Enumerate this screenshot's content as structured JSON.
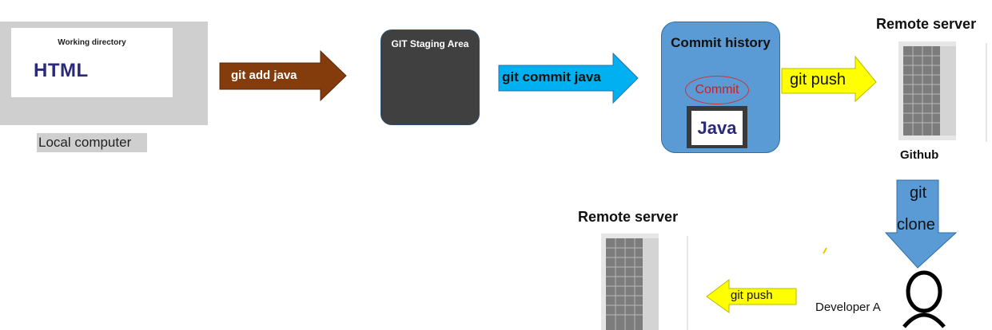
{
  "local": {
    "screen_title": "Working directory",
    "file_label": "HTML",
    "caption": "Local computer"
  },
  "arrows": {
    "add": "git add java",
    "commit": "git commit java",
    "push_top": "git push",
    "clone_line1": "git",
    "clone_line2": "clone",
    "push_bottom": "git push"
  },
  "staging": {
    "label": "GIT Staging Area"
  },
  "commit_history": {
    "title": "Commit history",
    "commit_label": "Commit",
    "file_label": "Java"
  },
  "remote_top": {
    "title": "Remote server",
    "caption": "Github"
  },
  "remote_bottom": {
    "title": "Remote server"
  },
  "developer": {
    "label": "Developer A"
  },
  "colors": {
    "add_arrow": "#843c0c",
    "commit_arrow": "#00b0f0",
    "push_arrow": "#ffff00",
    "clone_arrow": "#5b9bd5",
    "commit_box": "#5b9bd5",
    "staging_box": "#404040"
  }
}
